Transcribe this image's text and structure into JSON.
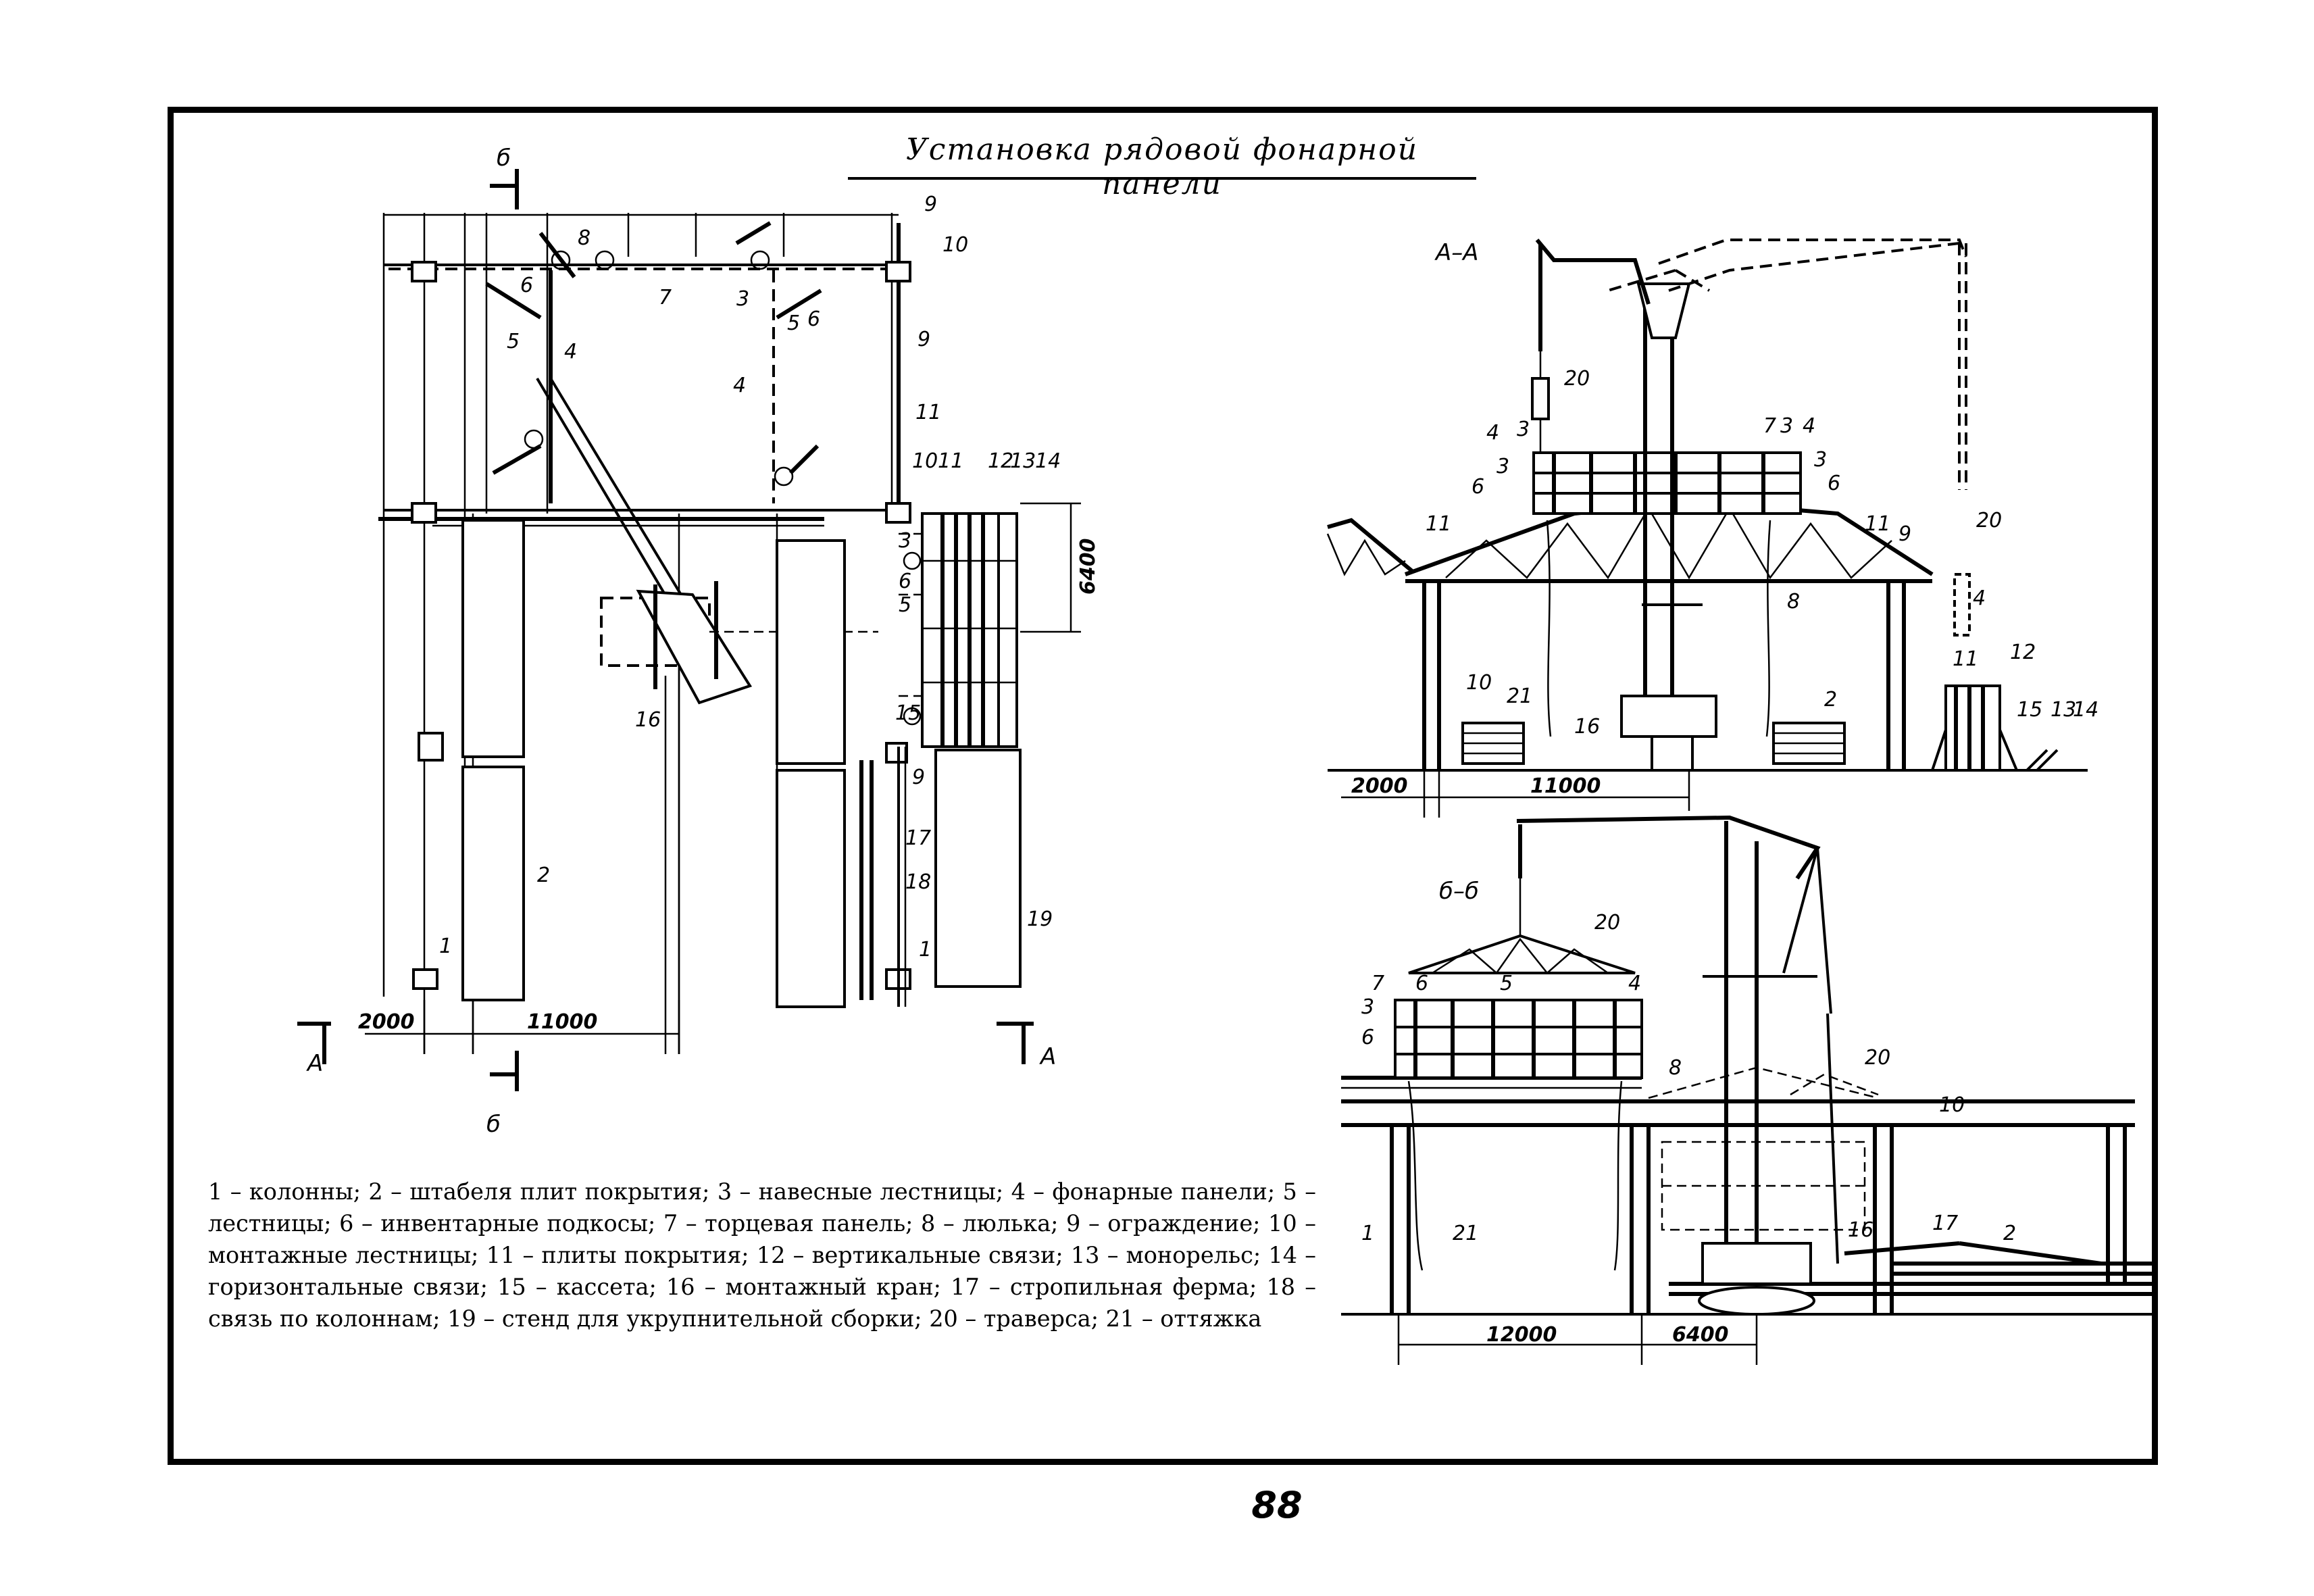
{
  "title": "Установка рядовой фонарной панели",
  "page_number": "88",
  "plan": {
    "section_marks": {
      "a_left": "А",
      "a_right": "А",
      "b_top": "б",
      "b_bottom": "б"
    },
    "dims": {
      "d2000": "2000",
      "d11000": "11000",
      "d6400": "6400"
    },
    "callouts": {
      "c1a": "1",
      "c1b": "1",
      "c2": "2",
      "c3": "3",
      "c4a": "4",
      "c4b": "4",
      "c5a": "5",
      "c5b": "5",
      "c6a": "6",
      "c6b": "6",
      "c7": "7",
      "c8": "8",
      "c9a": "9",
      "c9b": "9",
      "c9c": "9",
      "c10a": "10",
      "c10b": "10",
      "c11a": "11",
      "c11b": "11",
      "c12": "12",
      "c13": "13",
      "c14": "14",
      "c15": "15",
      "c16": "16",
      "c17": "17",
      "c18": "18",
      "c19": "19",
      "c3b": "3",
      "c5c": "5",
      "c6c": "6"
    }
  },
  "section_aa": {
    "label": "А–А",
    "dims": {
      "d2000": "2000",
      "d11000": "11000"
    },
    "callouts": {
      "c20a": "20",
      "c20b": "20",
      "c4a": "4",
      "c4b": "4",
      "c4c": "4",
      "c3a": "3",
      "c3b": "3",
      "c3c": "3",
      "c3d": "3",
      "c7": "7",
      "c6a": "6",
      "c6b": "6",
      "c11a": "11",
      "c11b": "11",
      "c11c": "11",
      "c9": "9",
      "c8": "8",
      "c10": "10",
      "c21": "21",
      "c16": "16",
      "c2": "2",
      "c12": "12",
      "c15": "15",
      "c13": "13",
      "c14": "14"
    }
  },
  "section_bb": {
    "label": "б–б",
    "dims": {
      "d12000": "12000",
      "d6400": "6400"
    },
    "callouts": {
      "c20a": "20",
      "c20b": "20",
      "c7": "7",
      "c3": "3",
      "c6a": "6",
      "c6b": "6",
      "c5": "5",
      "c4": "4",
      "c8": "8",
      "c10": "10",
      "c1": "1",
      "c21": "21",
      "c16": "16",
      "c17": "17",
      "c2": "2"
    }
  },
  "legend": "1 – колонны; 2 – штабеля плит покрытия; 3 – навесные лестницы; 4 – фонарные панели; 5 – лестницы; 6 – инвентарные подкосы; 7 – торцевая панель; 8 – люлька; 9 – ограждение; 10 – монтажные лестницы; 11 – плиты покрытия; 12 – вертикальные связи; 13 – монорельс; 14 – горизонтальные связи; 15 – кассета; 16 – монтажный кран; 17 – стропильная ферма; 18 – связь по колоннам; 19 – стенд для укрупнительной сборки; 20 – траверса; 21 – оттяжка"
}
